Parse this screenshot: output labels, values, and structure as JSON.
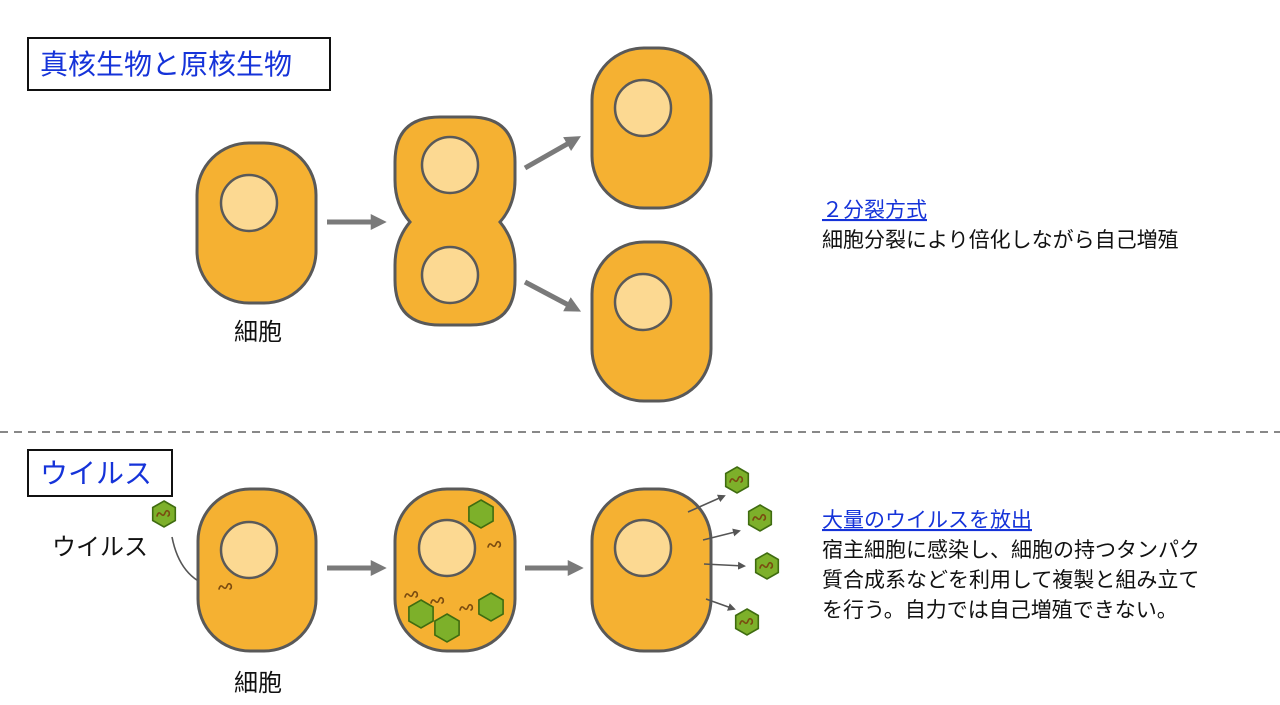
{
  "section1": {
    "title": "真核生物と原核生物",
    "cell_label": "細胞",
    "heading": "２分裂方式",
    "description": "細胞分裂により倍化しながら自己増殖"
  },
  "section2": {
    "title": "ウイルス",
    "virus_label": "ウイルス",
    "cell_label": "細胞",
    "heading": "大量のウイルスを放出",
    "description_lines": [
      "宿主細胞に感染し、細胞の持つタンパク",
      "質合成系などを利用して複製と組み立て",
      "を行う。自力では自己増殖できない。"
    ]
  },
  "icons": {
    "virus": "virus-hexagon-icon",
    "genome": "genome-squiggle-icon",
    "nucleus": "nucleus-circle-icon"
  },
  "colors": {
    "cell_fill": "#F5B132",
    "cell_stroke": "#595959",
    "nucleus_fill": "#FCD992",
    "virus_fill": "#7DB02A",
    "virus_stroke": "#3F6C10",
    "arrow": "#7a7a7a",
    "title_text": "#1533d9",
    "divider": "#888888"
  }
}
